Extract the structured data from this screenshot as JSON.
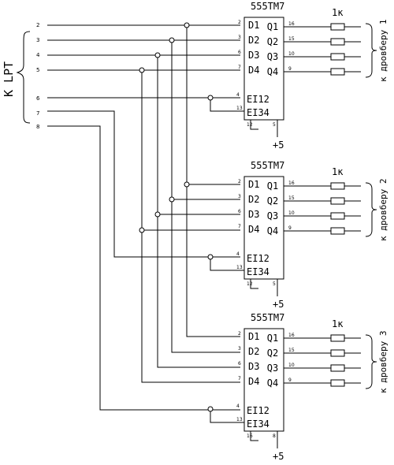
{
  "left_label": "К LPT",
  "lpt_pins": [
    "2",
    "3",
    "4",
    "5",
    "6",
    "7",
    "8"
  ],
  "chips": [
    {
      "title": "555ТМ7",
      "inputs": [
        "D1",
        "D2",
        "D3",
        "D4"
      ],
      "enables": [
        "EI12",
        "EI34"
      ],
      "outputs": [
        "Q1",
        "Q2",
        "Q3",
        "Q4"
      ],
      "input_pins": [
        "2",
        "3",
        "6",
        "7"
      ],
      "enable_pins": [
        "4",
        "13"
      ],
      "output_pins": [
        "16",
        "15",
        "10",
        "9"
      ],
      "gnd_pin": "12",
      "vcc_pin": "5",
      "resistor_label": "1к",
      "power_label": "+5",
      "side_label": "к дровберу 1"
    },
    {
      "title": "555ТМ7",
      "inputs": [
        "D1",
        "D2",
        "D3",
        "D4"
      ],
      "enables": [
        "EI12",
        "EI34"
      ],
      "outputs": [
        "Q1",
        "Q2",
        "Q3",
        "Q4"
      ],
      "input_pins": [
        "2",
        "3",
        "6",
        "7"
      ],
      "enable_pins": [
        "4",
        "13"
      ],
      "output_pins": [
        "16",
        "15",
        "10",
        "9"
      ],
      "gnd_pin": "12",
      "vcc_pin": "5",
      "resistor_label": "1к",
      "power_label": "+5",
      "side_label": "к дровберу 2"
    },
    {
      "title": "555ТМ7",
      "inputs": [
        "D1",
        "D2",
        "D3",
        "D4"
      ],
      "enables": [
        "EI12",
        "EI34"
      ],
      "outputs": [
        "Q1",
        "Q2",
        "Q3",
        "Q4"
      ],
      "input_pins": [
        "2",
        "3",
        "6",
        "7"
      ],
      "enable_pins": [
        "4",
        "13"
      ],
      "output_pins": [
        "16",
        "15",
        "10",
        "9"
      ],
      "gnd_pin": "16",
      "vcc_pin": "8",
      "resistor_label": "1к",
      "power_label": "+5",
      "side_label": "к дровберу 3"
    }
  ]
}
